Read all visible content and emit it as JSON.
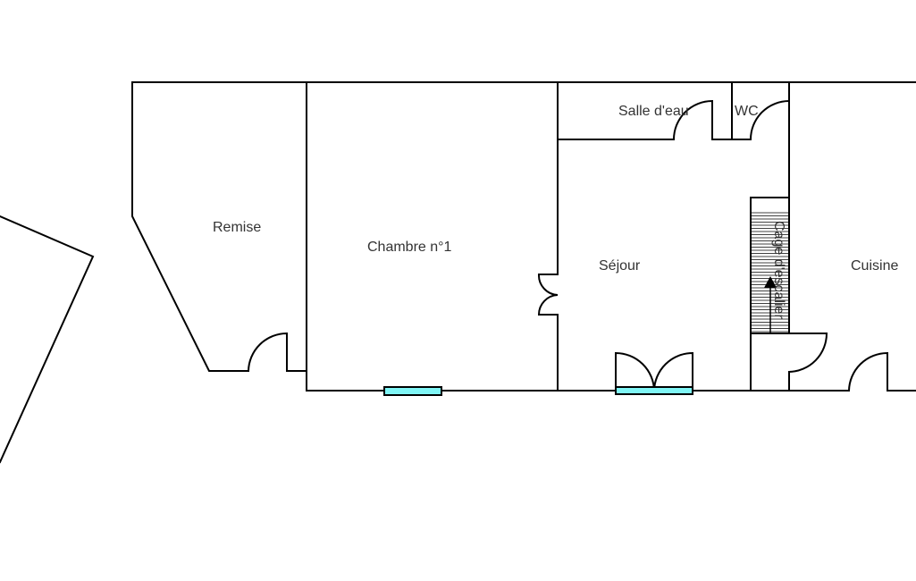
{
  "rooms": {
    "remise": "Remise",
    "chambre": "Chambre n°1",
    "salle_eau": "Salle d'eau",
    "wc": "WC",
    "sejour": "Séjour",
    "cage": "Cage d'escalier",
    "cuisine": "Cuisine"
  },
  "colors": {
    "wall": "#000000",
    "window": "#7ff5f5",
    "label": "#333333"
  }
}
